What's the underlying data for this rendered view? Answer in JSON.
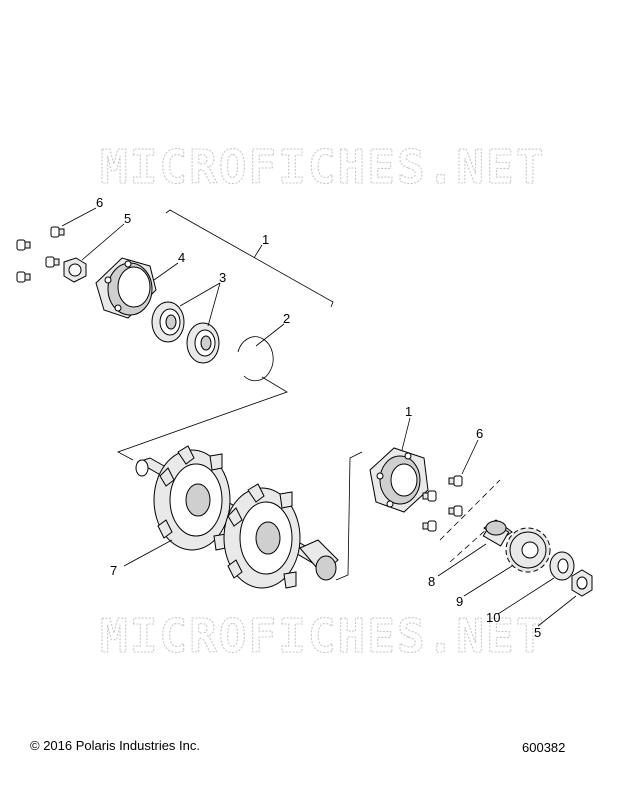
{
  "watermark": {
    "text": "MICROFICHES.NET"
  },
  "callouts": [
    {
      "label": "6"
    },
    {
      "label": "5"
    },
    {
      "label": "1"
    },
    {
      "label": "4"
    },
    {
      "label": "3"
    },
    {
      "label": "2"
    },
    {
      "label": "1"
    },
    {
      "label": "6"
    },
    {
      "label": "7"
    },
    {
      "label": "8"
    },
    {
      "label": "9"
    },
    {
      "label": "10"
    },
    {
      "label": "5"
    }
  ],
  "footer": {
    "copyright": "© 2016 Polaris Industries Inc.",
    "document_number": "600382"
  }
}
